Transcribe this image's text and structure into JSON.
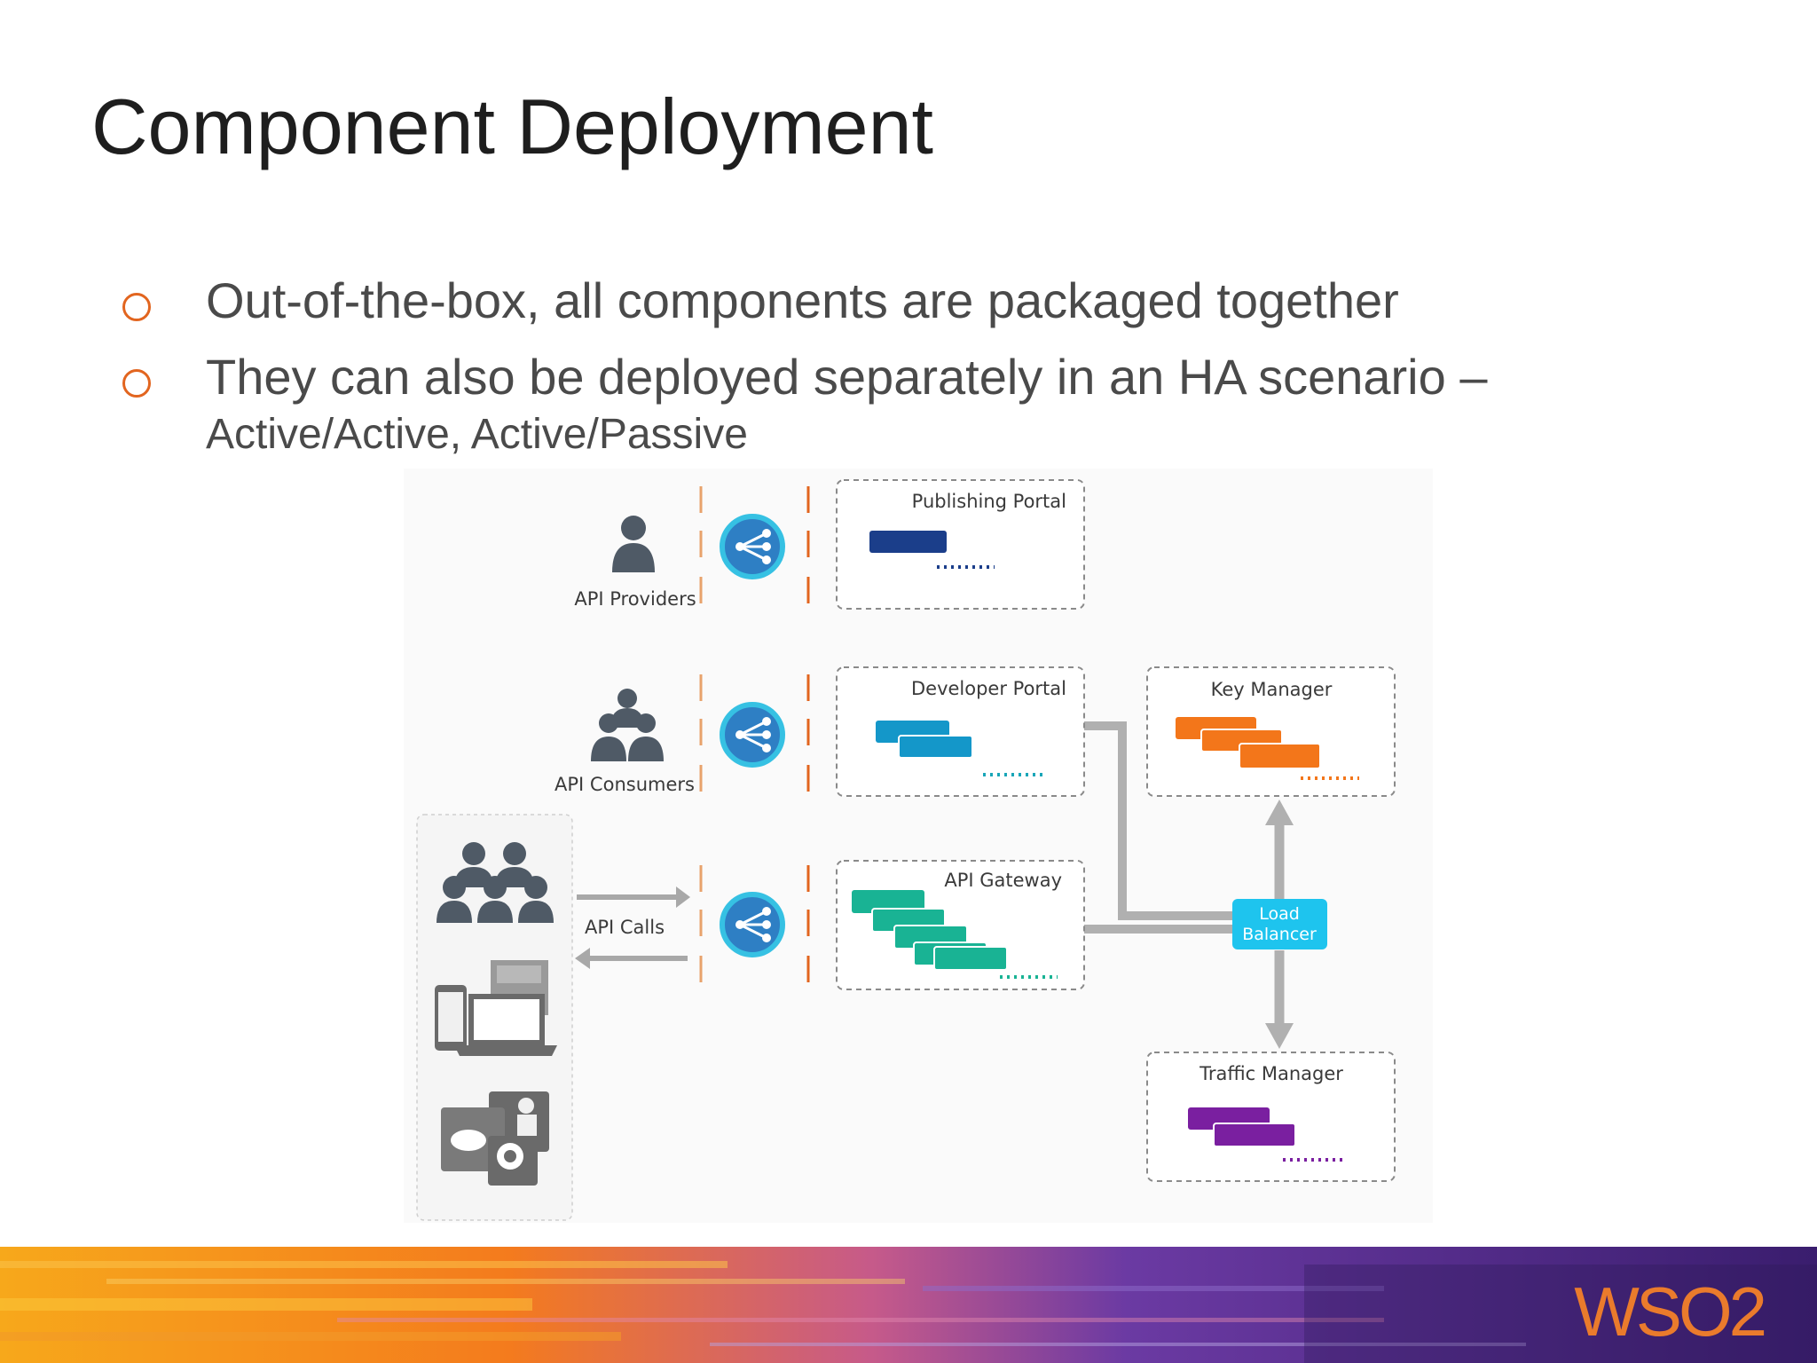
{
  "slide": {
    "title": "Component Deployment",
    "bullets": [
      "Out-of-the-box, all components are packaged together",
      "They can also be deployed separately in an HA scenario –"
    ],
    "bullet_continuation": "Active/Active, Active/Passive"
  },
  "diagram": {
    "api_providers": "API Providers",
    "api_consumers": "API Consumers",
    "api_calls": "API Calls",
    "publishing_portal": "Publishing Portal",
    "developer_portal": "Developer Portal",
    "api_gateway": "API Gateway",
    "key_manager": "Key Manager",
    "traffic_manager": "Traffic Manager",
    "load_balancer_line1": "Load",
    "load_balancer_line2": "Balancer"
  },
  "logo": {
    "text": "WSO2"
  },
  "colors": {
    "accent_orange": "#e2651f",
    "publishing": "#1b3e8a",
    "developer": "#1497c9",
    "gateway": "#19b394",
    "key_manager": "#f3761a",
    "traffic": "#7a1fa0",
    "load_balancer": "#1ec4ee",
    "node_circle": "#2e7fc4"
  }
}
